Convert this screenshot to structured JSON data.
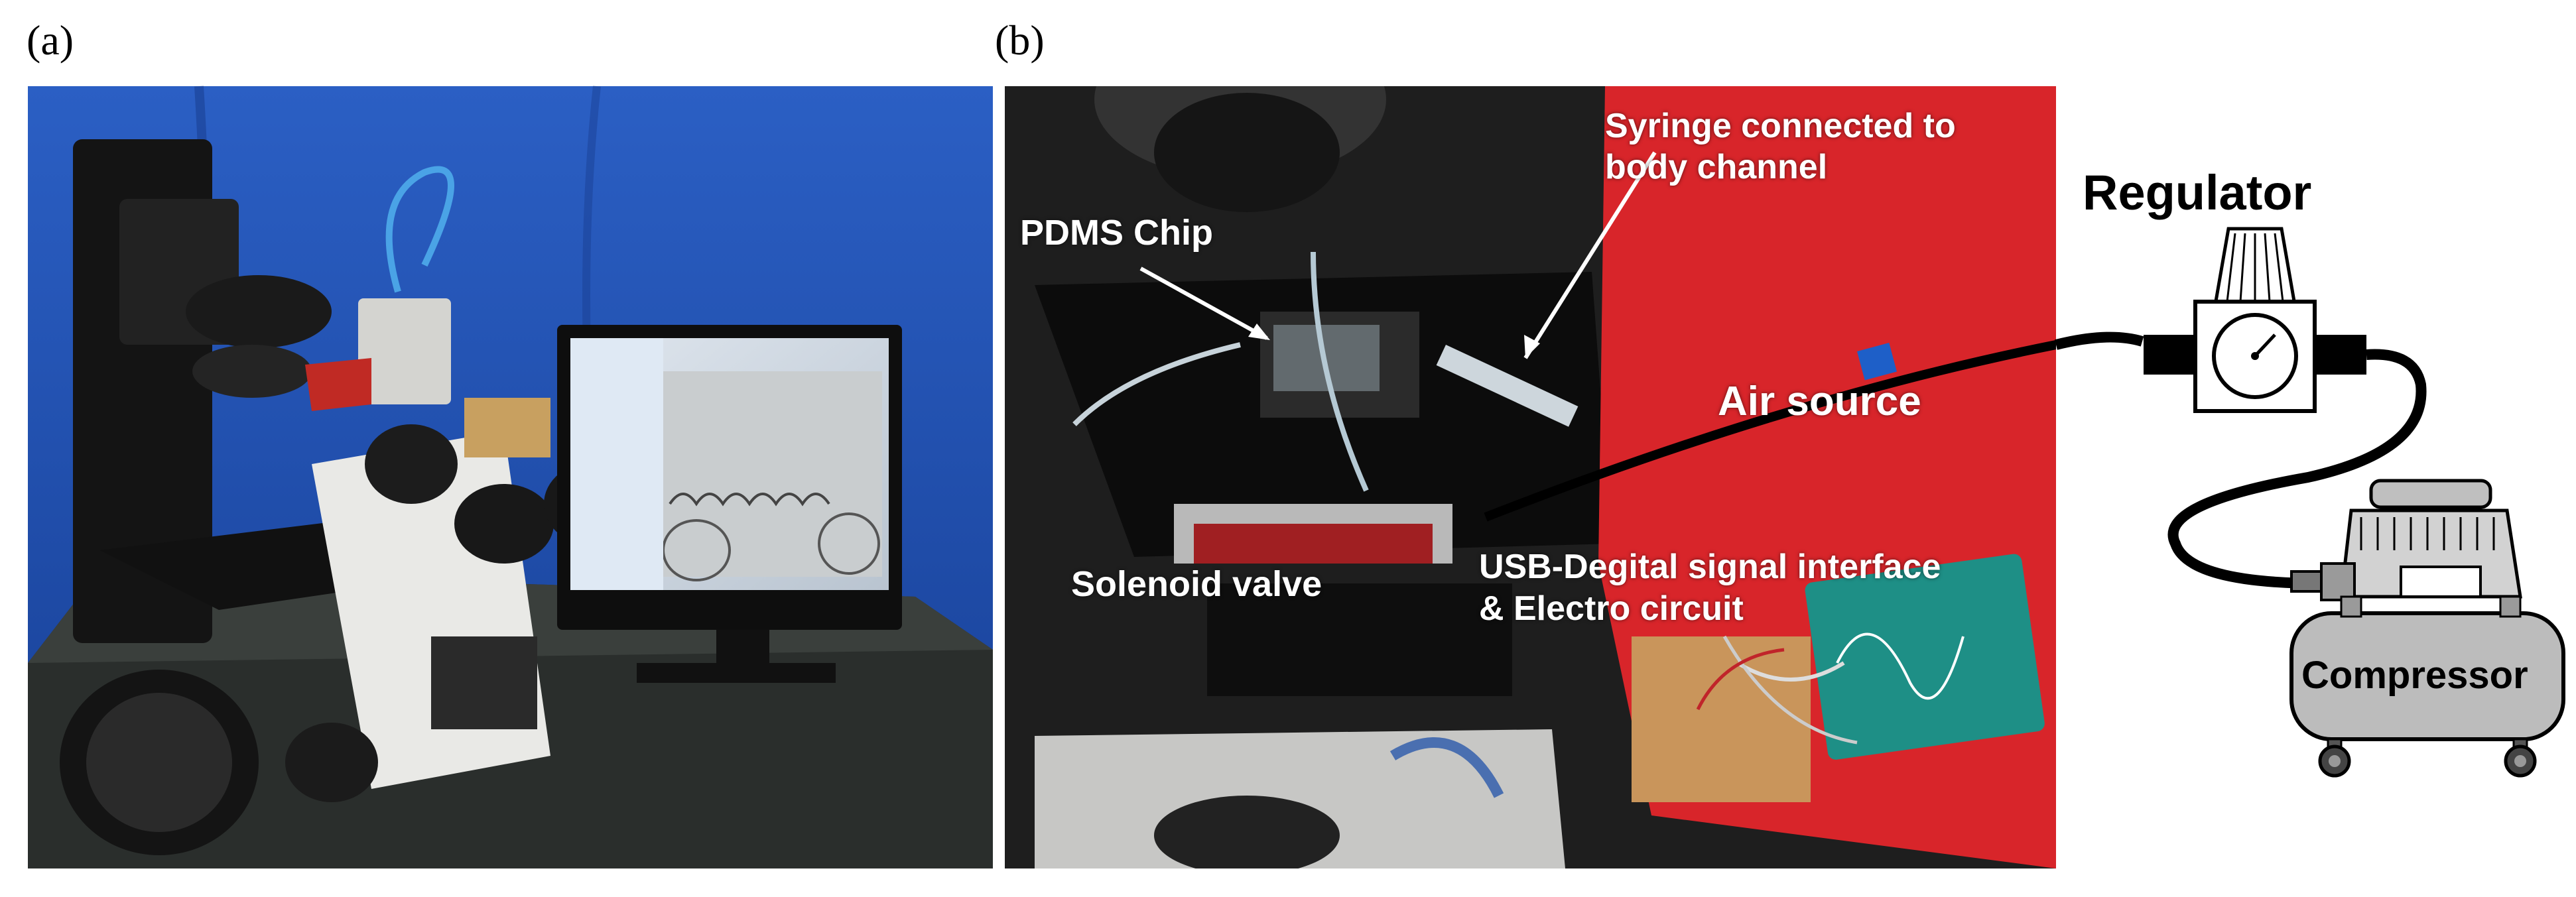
{
  "panels": {
    "a": {
      "letter": "(a)"
    },
    "b": {
      "letter": "(b)"
    }
  },
  "labels": {
    "syringe_line1": "Syringe connected to",
    "syringe_line2": "body channel",
    "pdms_chip": "PDMS Chip",
    "air_source": "Air source",
    "solenoid_valve": "Solenoid valve",
    "usb_line1": "USB-Degital signal interface",
    "usb_line2": "& Electro circuit",
    "regulator": "Regulator",
    "compressor": "Compressor"
  },
  "colors": {
    "backdrop_blue": "#1f4fb0",
    "red_panel": "#d8252a",
    "stage_black": "#1a1a1a",
    "white_text": "#ffffff"
  },
  "icons": {
    "regulator": "pressure-gauge-icon",
    "compressor": "air-compressor-icon"
  }
}
